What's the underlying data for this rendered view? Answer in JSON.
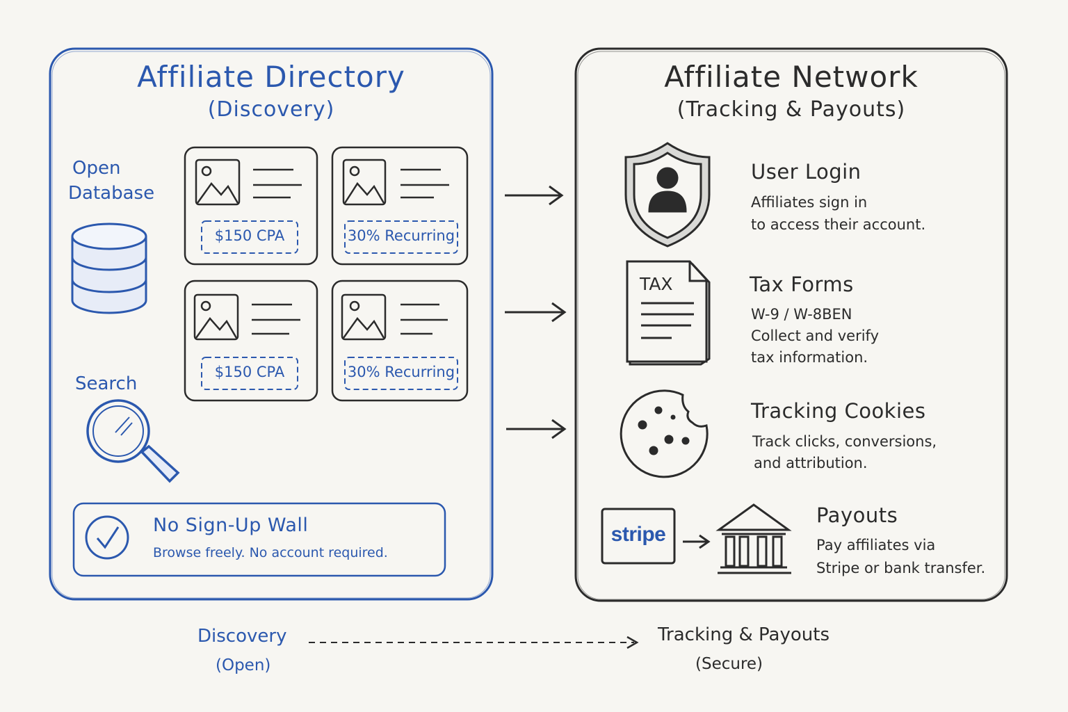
{
  "left_panel": {
    "title": "Affiliate Directory",
    "subtitle": "(Discovery)",
    "database_label_line1": "Open",
    "database_label_line2": "Database",
    "search_label": "Search",
    "cards": [
      {
        "badge": "$150 CPA"
      },
      {
        "badge": "30% Recurring"
      },
      {
        "badge": "$150 CPA"
      },
      {
        "badge": "30% Recurring"
      }
    ],
    "no_signup": {
      "title": "No Sign-Up Wall",
      "description": "Browse freely. No account required."
    }
  },
  "right_panel": {
    "title": "Affiliate Network",
    "subtitle": "(Tracking & Payouts)",
    "items": [
      {
        "title": "User Login",
        "line1": "Affiliates sign in",
        "line2": "to access their account.",
        "icon": "shield-user-icon"
      },
      {
        "title": "Tax Forms",
        "line1": "W-9 / W-8BEN",
        "line2": "Collect and verify",
        "line3": "tax information.",
        "icon": "tax-document-icon",
        "icon_text": "TAX"
      },
      {
        "title": "Tracking Cookies",
        "line1": "Track clicks, conversions,",
        "line2": "and attribution.",
        "icon": "cookie-icon"
      },
      {
        "title": "Payouts",
        "line1": "Pay affiliates via",
        "line2": "Stripe or bank transfer.",
        "icon": "bank-icon",
        "stripe_text": "stripe"
      }
    ]
  },
  "flow": {
    "left_label": "Discovery",
    "left_sub": "(Open)",
    "right_label": "Tracking & Payouts",
    "right_sub": "(Secure)"
  },
  "colors": {
    "blue": "#2b58ae",
    "dark": "#2b2b2b",
    "background": "#f7f6f2"
  }
}
